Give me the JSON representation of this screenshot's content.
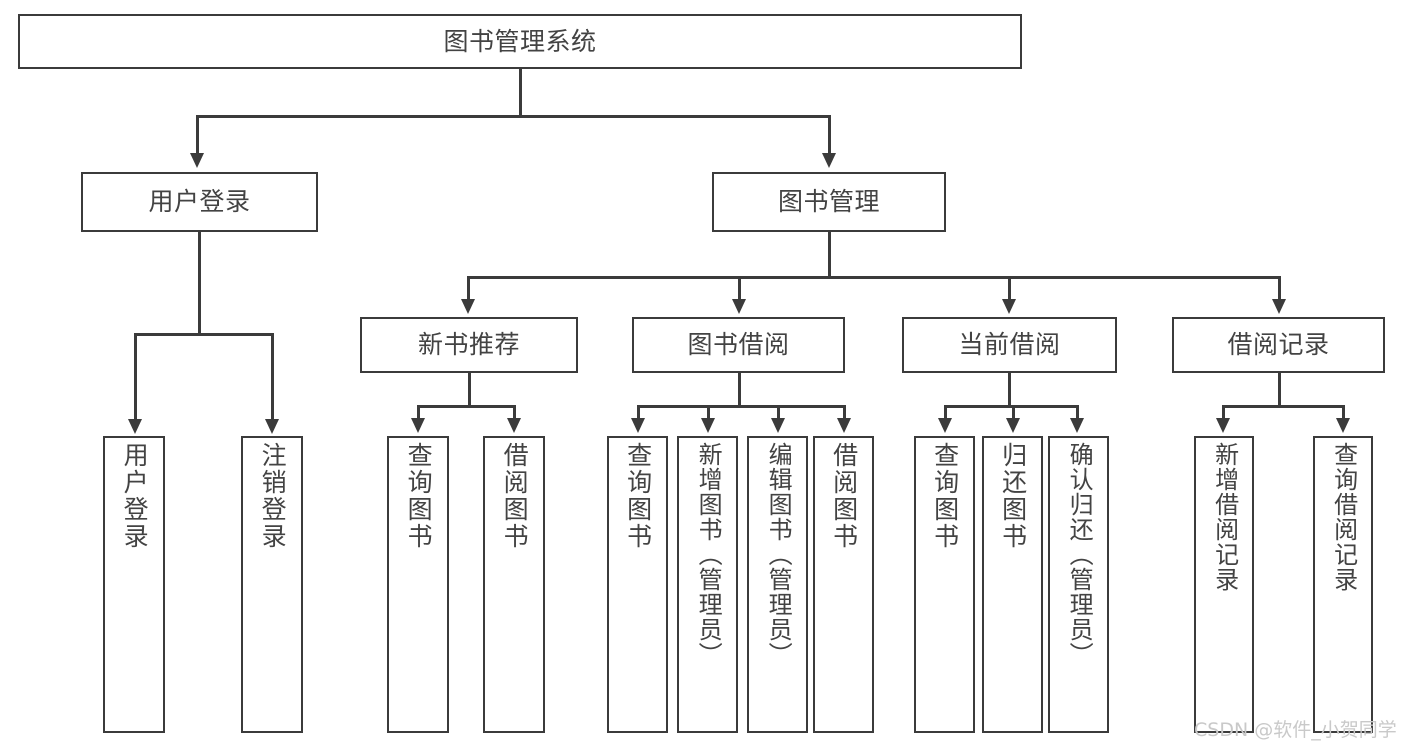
{
  "diagram": {
    "title": "图书管理系统",
    "type": "tree",
    "theme": {
      "stroke": "#3b3b3b",
      "text": "#434343",
      "background": "#ffffff",
      "watermark_color": "#c9c9c9"
    },
    "root": {
      "label": "图书管理系统"
    },
    "level1": [
      {
        "label": "用户登录"
      },
      {
        "label": "图书管理"
      }
    ],
    "level2": [
      {
        "label": "新书推荐"
      },
      {
        "label": "图书借阅"
      },
      {
        "label": "当前借阅"
      },
      {
        "label": "借阅记录"
      }
    ],
    "leaves": {
      "user_login": [
        {
          "label": "用户登录"
        },
        {
          "label": "注销登录"
        }
      ],
      "new_book_recommend": [
        {
          "label": "查询图书"
        },
        {
          "label": "借阅图书"
        }
      ],
      "book_borrow": [
        {
          "label": "查询图书"
        },
        {
          "label": "新增图书（管理员）"
        },
        {
          "label": "编辑图书（管理员）"
        },
        {
          "label": "借阅图书"
        }
      ],
      "current_borrow": [
        {
          "label": "查询图书"
        },
        {
          "label": "归还图书"
        },
        {
          "label": "确认归还（管理员）"
        }
      ],
      "borrow_record": [
        {
          "label": "新增借阅记录"
        },
        {
          "label": "查询借阅记录"
        }
      ]
    }
  },
  "watermark": {
    "text": "CSDN @软件_小贺同学"
  }
}
